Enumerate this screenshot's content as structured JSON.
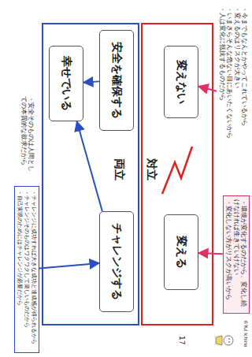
{
  "diagram": {
    "nodes": [
      {
        "text": [
          "・今までもなんとかやってこれているから",
          "・変えるのはリスクが大きい",
          "・いまさらそんな危ない目にあいたくないから",
          "・人は変化に抵抗するものだから"
        ]
      },
      {
        "text": [
          "変えない"
        ]
      },
      {
        "text": [
          "・環境が変化するのだから、変化し続けなければ生きていけない",
          "・変化しない方がリスクが高いから"
        ]
      },
      {
        "text": [
          "変える"
        ]
      },
      {
        "text": [
          "安全を確保する"
        ]
      },
      {
        "text": [
          "チャレンジする"
        ]
      },
      {
        "text": [
          "・安全そのものは人間としての本質的な欲求だから"
        ]
      },
      {
        "text": [
          "幸せでいる"
        ]
      },
      {
        "text": [
          "・チャレンジに成功すれば大きな成功と達成感が得られるから",
          "・チャレンジそのものはワクワクして楽しいものだから",
          "・自己実現のためにはチャレンジが必要だから"
        ]
      }
    ],
    "edges": [
      {
        "from": 0,
        "to": 1,
        "arrow": "to"
      },
      {
        "from": 2,
        "to": 3,
        "arrow": "to"
      },
      {
        "from": 4,
        "to": 7,
        "arrow": "to"
      },
      {
        "from": 5,
        "to": 7,
        "arrow": "to"
      },
      {
        "from": 8,
        "to": 5,
        "arrow": "to"
      }
    ],
    "labels": [
      "対立",
      "両立",
      "17",
      "©Yui Ichino"
    ]
  }
}
